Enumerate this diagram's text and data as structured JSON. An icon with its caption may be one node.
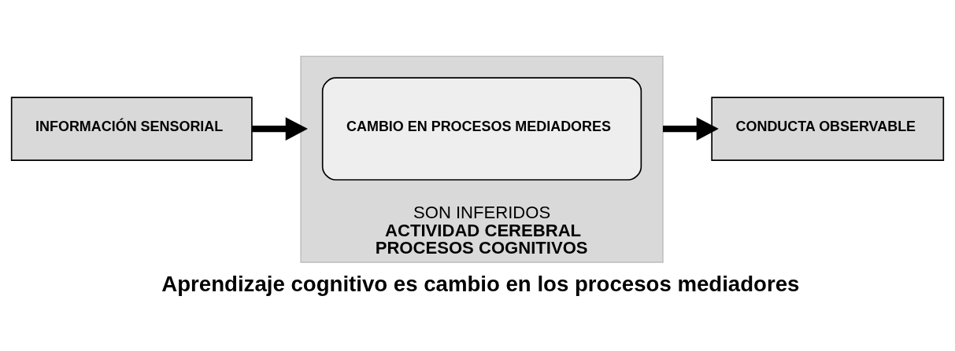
{
  "diagram": {
    "caption": "Aprendizaje cognitivo es cambio en los procesos mediadores",
    "nodes": [
      {
        "text": [
          "INFORMACIÓN SENSORIAL"
        ]
      },
      {
        "text": [
          "SON INFERIDOS",
          "ACTIVIDAD CEREBRAL",
          "PROCESOS COGNITIVOS"
        ]
      },
      {
        "text": [
          "CAMBIO EN PROCESOS MEDIADORES"
        ],
        "in": 1
      },
      {
        "text": [
          "CONDUCTA OBSERVABLE"
        ]
      }
    ],
    "edges": [
      {
        "from": 0,
        "to": 1,
        "arrow": "to"
      },
      {
        "from": 1,
        "to": 3,
        "arrow": "to"
      }
    ]
  }
}
